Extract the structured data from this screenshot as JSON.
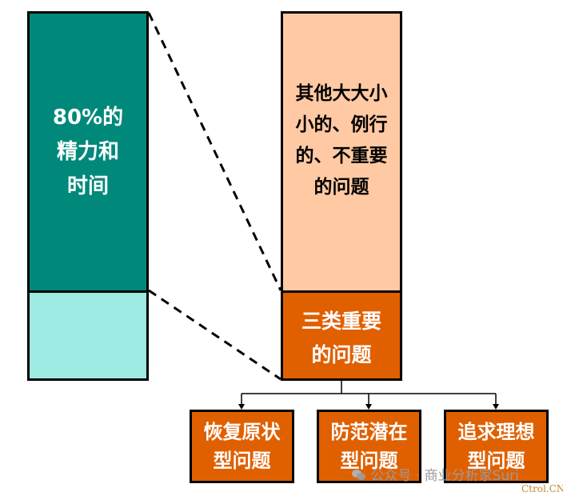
{
  "left_column": {
    "top_text": "80%的\n精力和\n时间",
    "top_color": "#00897b",
    "bottom_color": "#9ceae1"
  },
  "right_column": {
    "top_text": "其他大大小\n小的、例行\n的、不重要\n的问题",
    "top_color": "#ffc9a3",
    "bottom_text": "三类重要\n的问题",
    "bottom_color": "#e06000"
  },
  "sub_boxes": [
    {
      "text": "恢复原状\n型问题"
    },
    {
      "text": "防范潜在\n型问题"
    },
    {
      "text": "追求理想\n型问题"
    }
  ],
  "watermark": "公众号 · 商业分析家Suri",
  "watermark_icon": "wechat-icon",
  "credit": "Ctrol.CN"
}
